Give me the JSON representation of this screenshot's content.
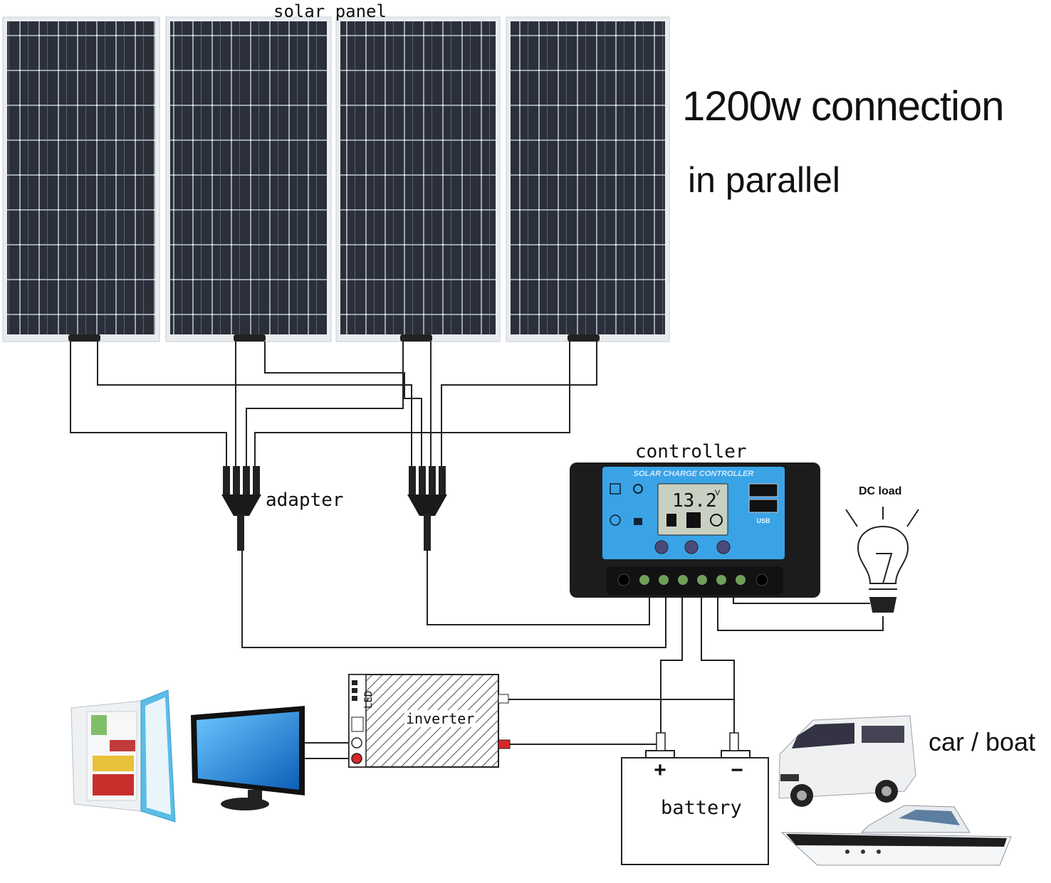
{
  "title": {
    "line1": "1200w connection",
    "line2": "in parallel"
  },
  "labels": {
    "solar_panel": "solar panel",
    "adapter": "adapter",
    "controller": "controller",
    "dc_load": "DC load",
    "inverter": "inverter",
    "battery": "battery",
    "car_boat": "car / boat"
  },
  "controller_device": {
    "header": "SOLAR CHARGE CONTROLLER",
    "display_value": "13.2",
    "display_unit": "V",
    "usb_label": "USB"
  },
  "inverter_device": {
    "led_label": "LED"
  },
  "battery_terminals": {
    "positive": "+",
    "negative": "−"
  },
  "colors": {
    "panel_cell": "#2b2f3a",
    "panel_frame": "#e9ecef",
    "controller_body": "#1c1c1c",
    "controller_face": "#3aa3e6",
    "wire": "#222222",
    "monitor_screen": "#1e8ee0",
    "fridge_trim": "#5bbde6"
  }
}
